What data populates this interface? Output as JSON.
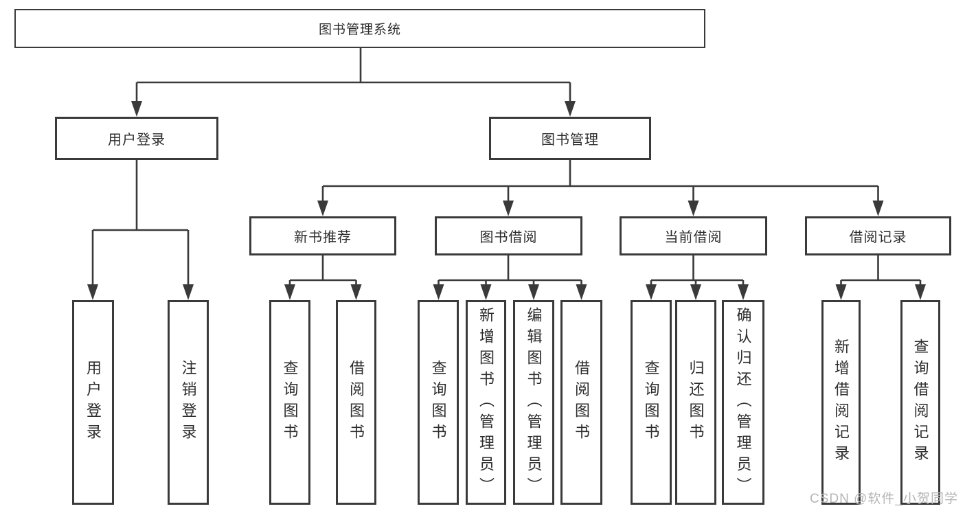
{
  "colors": {
    "box_border": "#3a3a3a",
    "connector_line": "#3a3a3a",
    "text": "#2d2d2d",
    "watermark_text": "#b5b5b5",
    "background": "#ffffff"
  },
  "tree": {
    "root": {
      "label": "图书管理系统"
    },
    "branches": [
      {
        "label": "用户登录",
        "leaves": [
          {
            "label": "用户登录"
          },
          {
            "label": "注销登录"
          }
        ]
      },
      {
        "label": "图书管理",
        "groups": [
          {
            "label": "新书推荐",
            "leaves": [
              {
                "label": "查询图书"
              },
              {
                "label": "借阅图书"
              }
            ]
          },
          {
            "label": "图书借阅",
            "leaves": [
              {
                "label": "查询图书"
              },
              {
                "label": "新增图书（管理员）"
              },
              {
                "label": "编辑图书（管理员）"
              },
              {
                "label": "借阅图书"
              }
            ]
          },
          {
            "label": "当前借阅",
            "leaves": [
              {
                "label": "查询图书"
              },
              {
                "label": "归还图书"
              },
              {
                "label": "确认归还（管理员）"
              }
            ]
          },
          {
            "label": "借阅记录",
            "leaves": [
              {
                "label": "新增借阅记录"
              },
              {
                "label": "查询借阅记录"
              }
            ]
          }
        ]
      }
    ]
  },
  "watermark": {
    "text": "CSDN @软件_小贺同学"
  }
}
